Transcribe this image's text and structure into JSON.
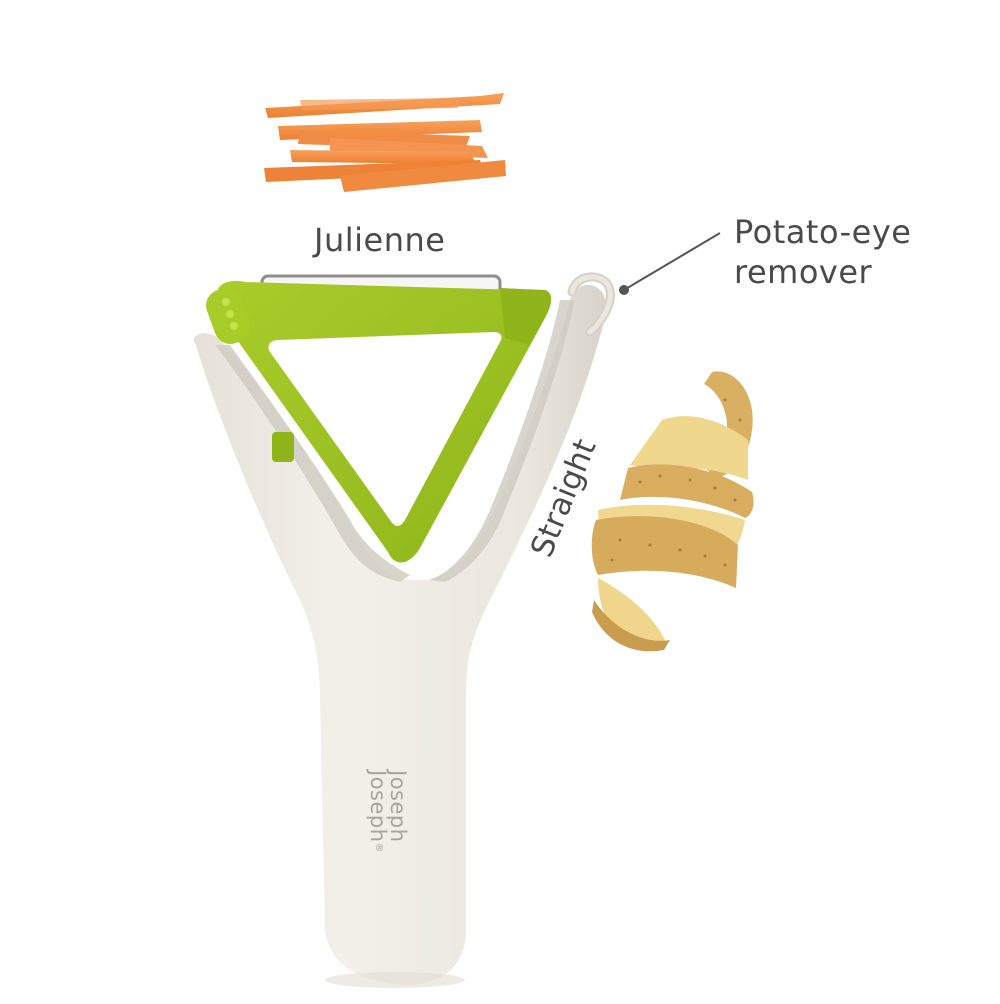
{
  "image": {
    "description": "Product illustration of a Y-shaped 3-in-1 vegetable peeler with labeled blades",
    "background": "#ffffff"
  },
  "labels": {
    "julienne": "Julienne",
    "potato_eye_line1": "Potato-eye",
    "potato_eye_line2": "remover",
    "straight": "Straight"
  },
  "brand": {
    "line1": "Joseph",
    "line2": "Joseph",
    "registered": "®"
  },
  "colors": {
    "handle": "#ebe7df",
    "handle_shadow": "#cfcac1",
    "green_frame": "#9cc21f",
    "green_dark": "#7fa016",
    "blade_steel": "#9a9a98",
    "carrot": "#f28a3c",
    "potato_skin": "#d9b062",
    "potato_flesh": "#f0d78e",
    "label_text": "#4a4a4a",
    "callout_line": "#555555"
  },
  "items": {
    "carrot_sticks": "julienne carrot sticks",
    "potato_peel": "spiral potato peel"
  }
}
